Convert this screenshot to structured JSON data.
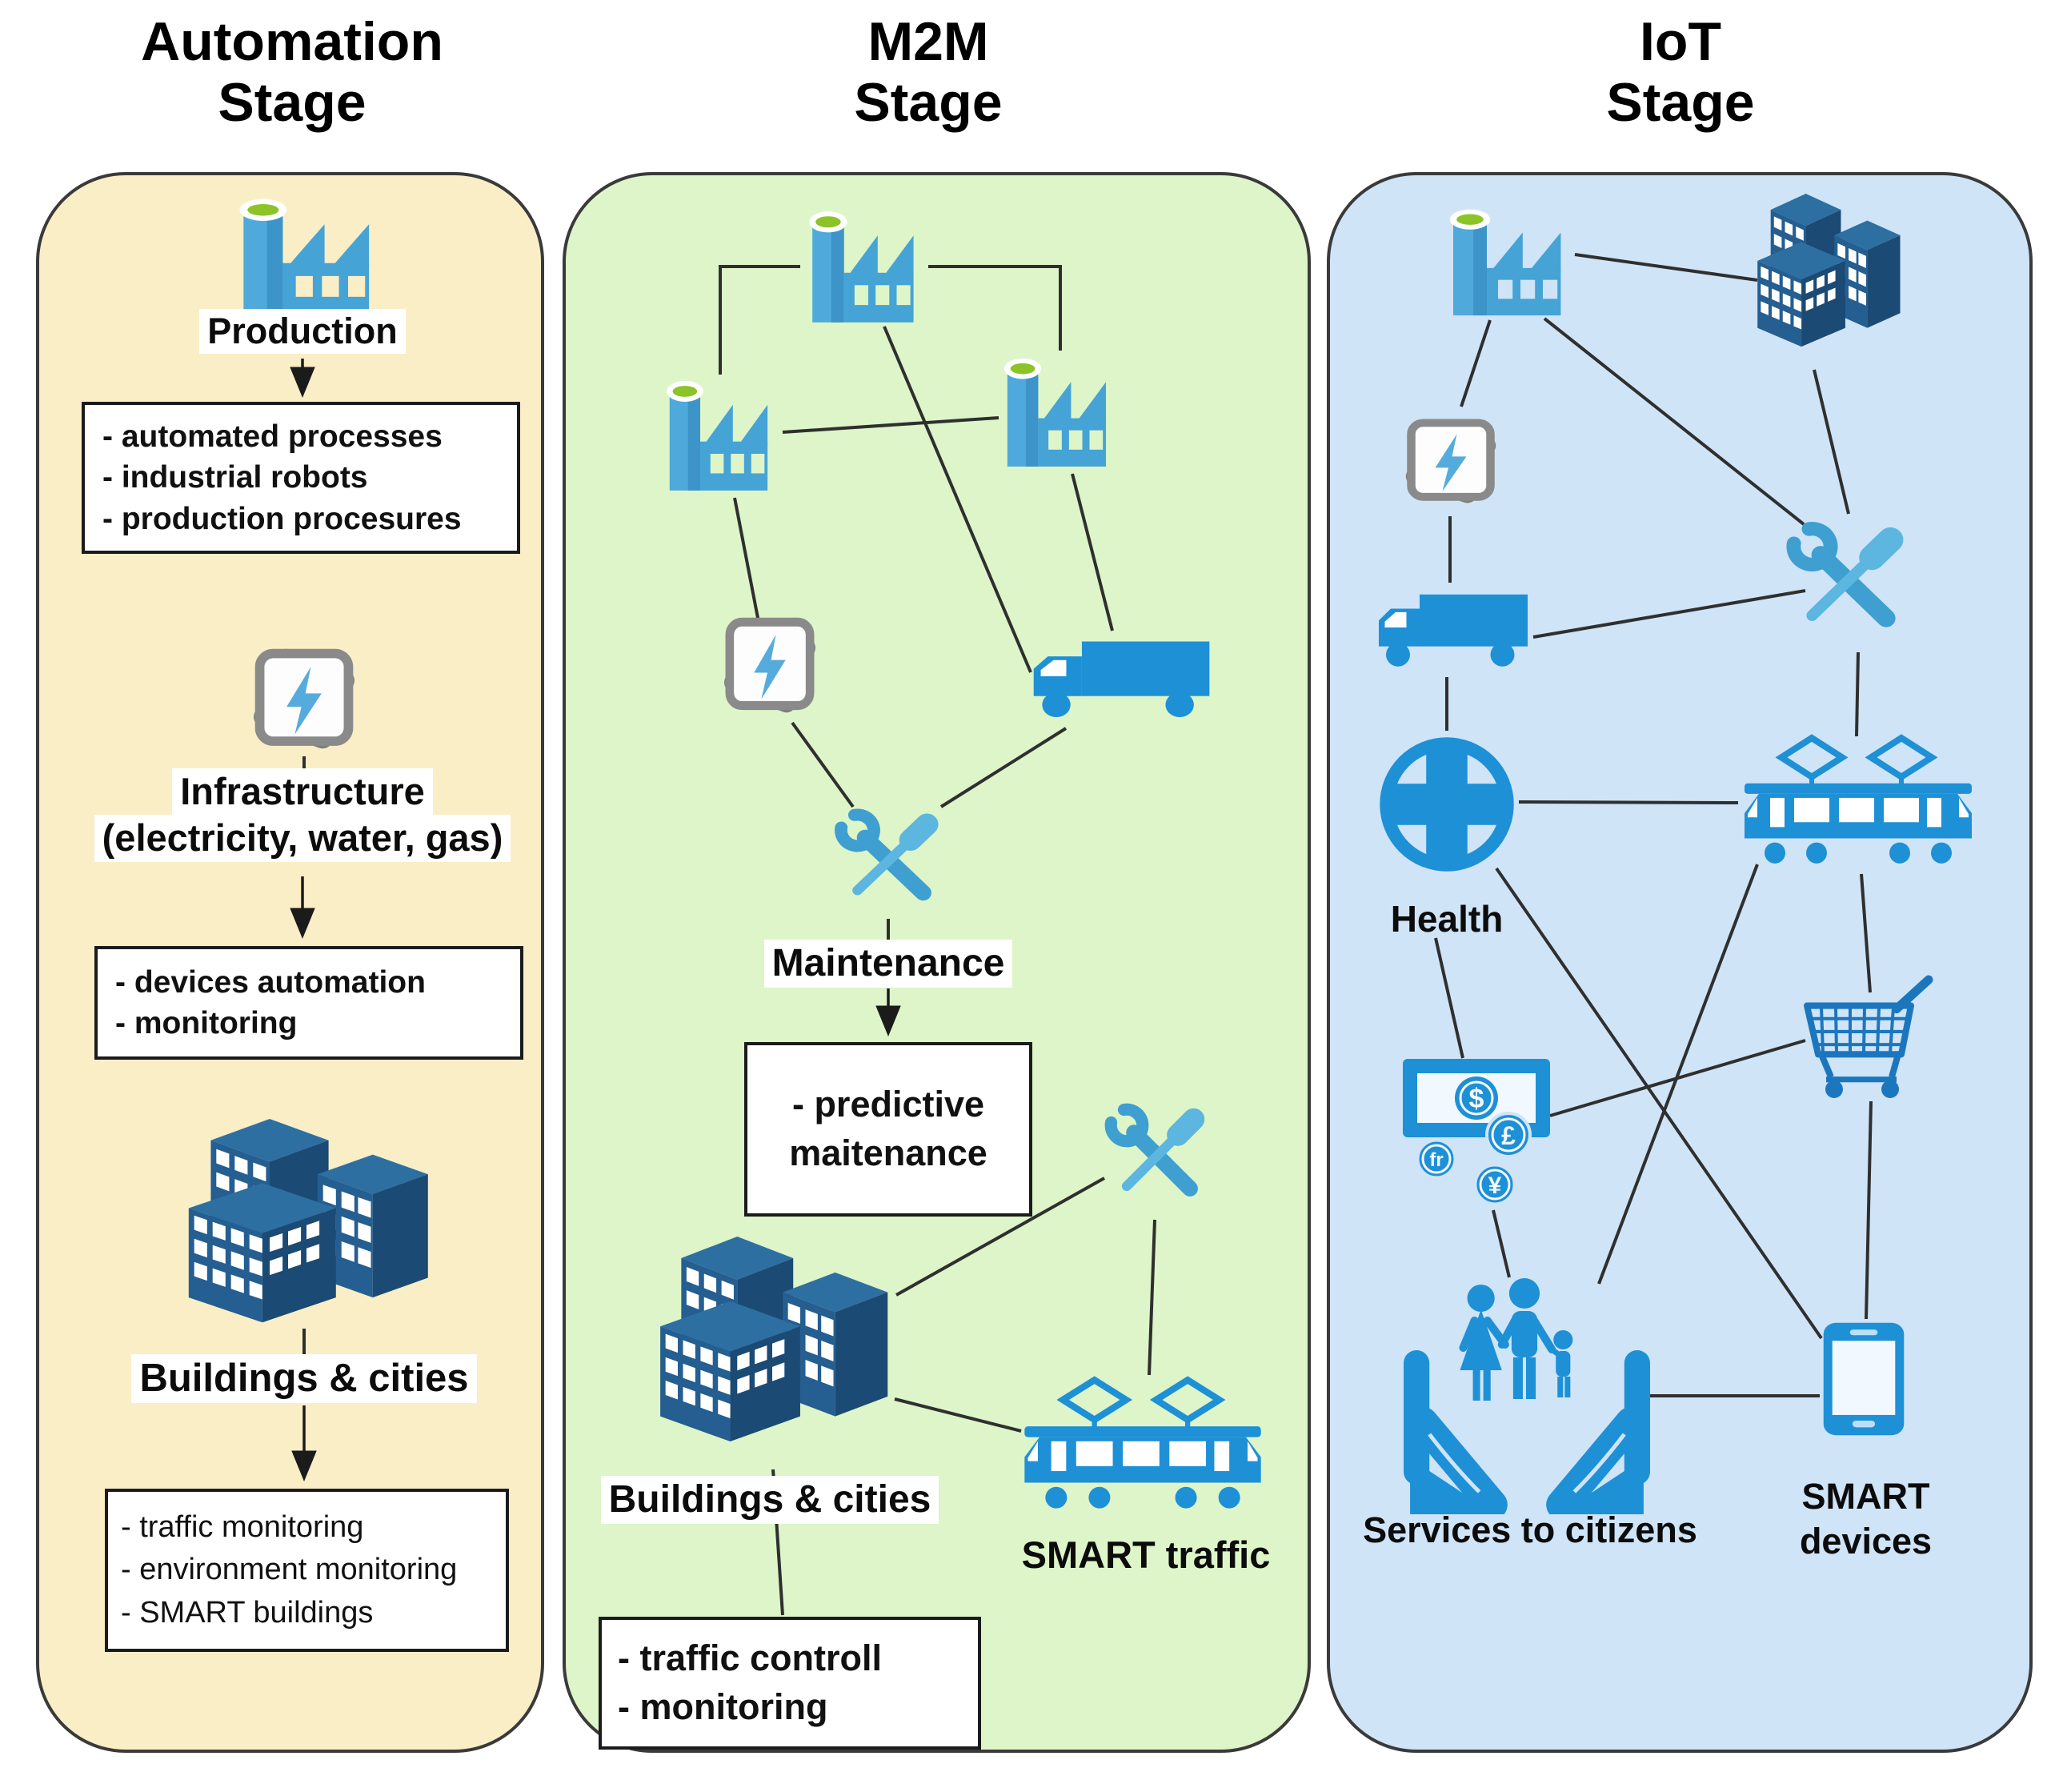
{
  "titles": {
    "automation": {
      "line1": "Automation",
      "line2": "Stage"
    },
    "m2m": {
      "line1": "M2M",
      "line2": "Stage"
    },
    "iot": {
      "line1": "IoT",
      "line2": "Stage"
    }
  },
  "automation_panel": {
    "production_label": "Production",
    "production_points": [
      "- automated processes",
      "- industrial robots",
      "- production procesures"
    ],
    "infrastructure_label": "Infrastructure",
    "infrastructure_sublabel": "(electricity, water, gas)",
    "infrastructure_points": [
      "- devices automation",
      "- monitoring"
    ],
    "buildings_label": "Buildings & cities",
    "buildings_points": [
      "- traffic monitoring",
      "- environment monitoring",
      "- SMART buildings"
    ]
  },
  "m2m_panel": {
    "maintenance_label": "Maintenance",
    "maintenance_point_line1": "- predictive",
    "maintenance_point_line2": "maitenance",
    "buildings_label": "Buildings & cities",
    "smart_traffic_label": "SMART traffic",
    "traffic_points": [
      "- traffic controll",
      "- monitoring"
    ]
  },
  "iot_panel": {
    "health_label": "Health",
    "services_label": "Services to citizens",
    "smart_devices_line1": "SMART",
    "smart_devices_line2": "devices",
    "currency_symbols": {
      "dollar": "$",
      "pound": "£",
      "franc": "fr",
      "yen": "¥"
    }
  },
  "colors": {
    "panel_automation_bg": "#FAEEC7",
    "panel_m2m_bg": "#DDF5C8",
    "panel_iot_bg": "#CFE4F7",
    "panel_border": "#3a3a3a",
    "connector_line": "#2f2f2f",
    "icon_bright_blue": "#1E90D6",
    "factory_blue": "#46A3D6",
    "chimney_green": "#8CC428",
    "dark_building_blue": "#255E90",
    "tools_blue": "#3E9FD0",
    "lightning_blue": "#55ACDC",
    "cart_blue": "#1C76BE"
  },
  "icons": {
    "factory": "factory-icon",
    "lightning": "lightning-icon",
    "buildings": "buildings-icon",
    "tools": "tools-icon",
    "truck": "truck-icon",
    "health": "health-cross-icon",
    "tram": "tram-icon",
    "cart": "shopping-cart-icon",
    "money": "money-icon",
    "family": "family-care-icon",
    "phone": "smartphone-icon"
  }
}
